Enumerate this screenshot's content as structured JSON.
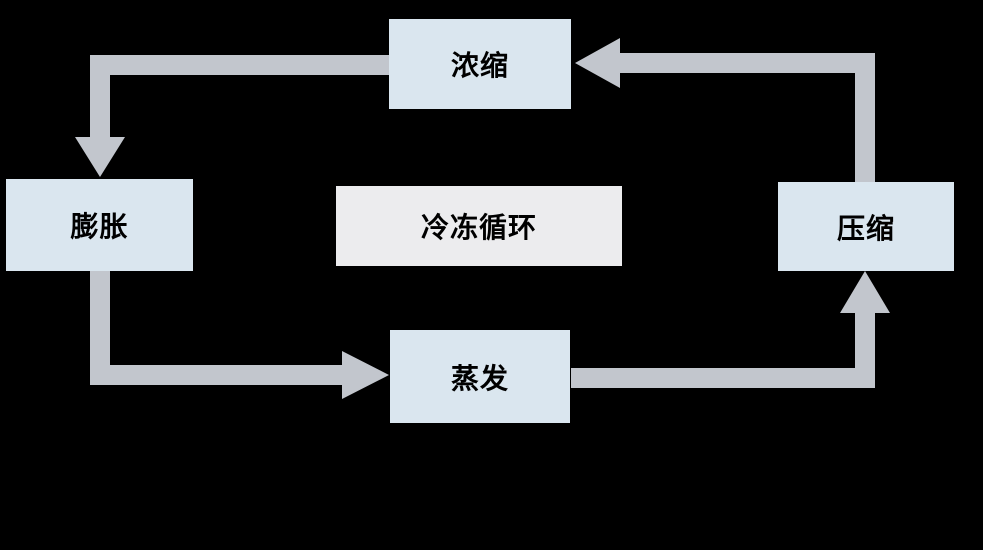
{
  "diagram": {
    "type": "cycle",
    "center_label": "冷冻循环",
    "nodes": [
      {
        "id": "concentrate",
        "label": "浓缩",
        "position": "top"
      },
      {
        "id": "expand",
        "label": "膨胀",
        "position": "left"
      },
      {
        "id": "evaporate",
        "label": "蒸发",
        "position": "bottom"
      },
      {
        "id": "compress",
        "label": "压缩",
        "position": "right"
      }
    ],
    "flow": [
      "浓缩 → 膨胀",
      "膨胀 → 蒸发",
      "蒸发 → 压缩",
      "压缩 → 浓缩"
    ],
    "colors": {
      "background": "#000000",
      "node_fill": "#dae6ef",
      "center_fill": "#ececee",
      "arrow": "#c2c6cd",
      "text": "#000000"
    }
  }
}
